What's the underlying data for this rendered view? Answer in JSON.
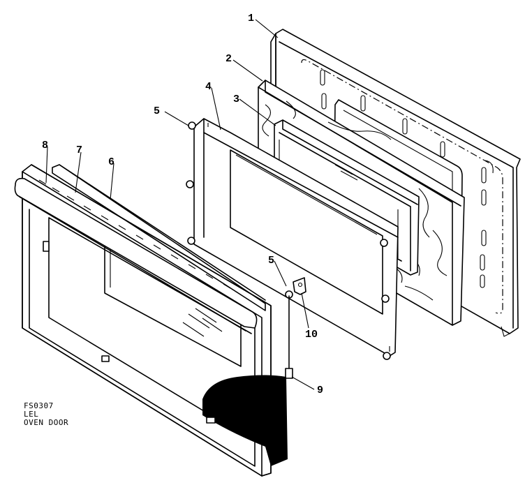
{
  "callouts": {
    "p1": "1",
    "p2": "2",
    "p3": "3",
    "p4": "4",
    "p5a": "5",
    "p5b": "5",
    "p6": "6",
    "p7": "7",
    "p8": "8",
    "p9": "9",
    "p10": "10"
  },
  "caption": {
    "line1": "FS0307",
    "line2": "LEL",
    "line3": "OVEN DOOR"
  }
}
